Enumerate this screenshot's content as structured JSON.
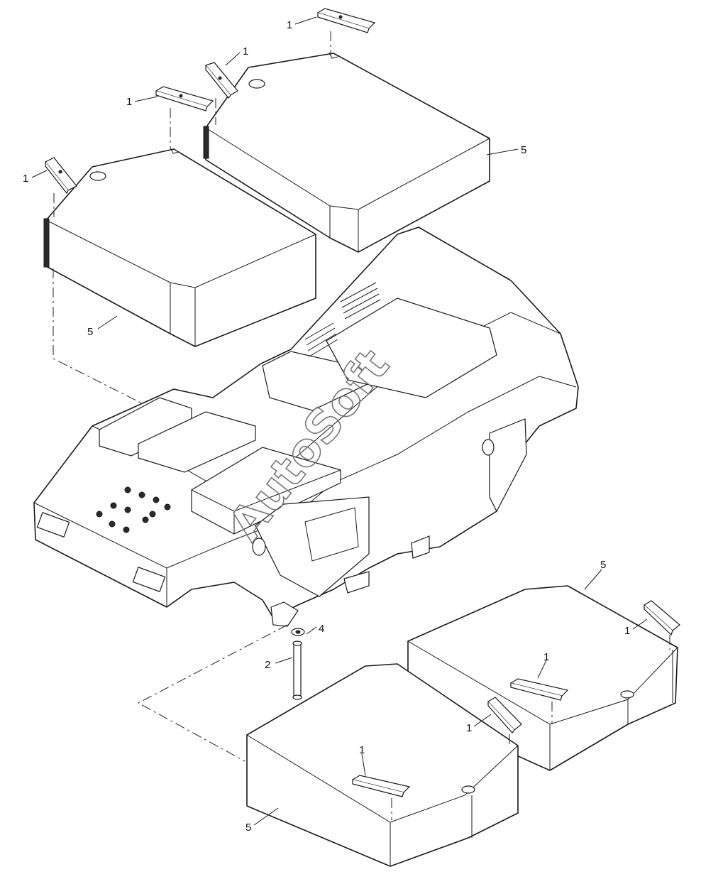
{
  "callouts": {
    "c1a": "1",
    "c1b": "1",
    "c1c": "1",
    "c1d": "1",
    "c1e": "1",
    "c1f": "1",
    "c1g": "1",
    "c1h": "1",
    "c5a": "5",
    "c5b": "5",
    "c5c": "5",
    "c5d": "5",
    "c4": "4",
    "c2": "2"
  },
  "watermark": "AutoSoft"
}
